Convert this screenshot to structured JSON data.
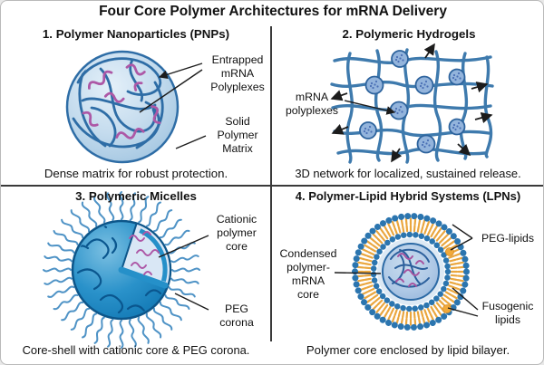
{
  "title": "Four Core Polymer Architectures for mRNA Delivery",
  "panels": {
    "pnp": {
      "heading": "1. Polymer Nanoparticles (PNPs)",
      "label_entrapped": "Entrapped\nmRNA\nPolyplexes",
      "label_matrix": "Solid\nPolymer\nMatrix",
      "caption": "Dense matrix for robust protection."
    },
    "hydrogel": {
      "heading": "2. Polymeric Hydrogels",
      "label_polyplexes": "mRNA\npolyplexes",
      "caption": "3D network for localized, sustained release."
    },
    "micelle": {
      "heading": "3. Polymeric Micelles",
      "label_core": "Cationic\npolymer\ncore",
      "label_corona": "PEG\ncorona",
      "caption": "Core-shell with cationic core & PEG corona."
    },
    "lpn": {
      "heading": "4. Polymer-Lipid Hybrid Systems (LPNs)",
      "label_core": "Condensed\npolymer-\nmRNA\ncore",
      "label_peg": "PEG-lipids",
      "label_fusogenic": "Fusogenic\nlipids",
      "caption": "Polymer core enclosed by lipid bilayer."
    }
  },
  "colors": {
    "text": "#111111",
    "divider": "#3a3a3a",
    "polymer_blue": "#2e6da6",
    "sphere_fill": "#cfe2f1",
    "mrna_pink": "#ad58a6",
    "gel_strand": "#3e7aad",
    "gel_node": "#93b4dc",
    "micelle_body": "#1886c3",
    "corona_hair": "#4f93c6",
    "lipid_head_blue": "#2b75af",
    "lipid_tail_orange": "#eaa63e",
    "lpn_gap": "#dde9f4",
    "arrow_black": "#1c1c1c"
  }
}
